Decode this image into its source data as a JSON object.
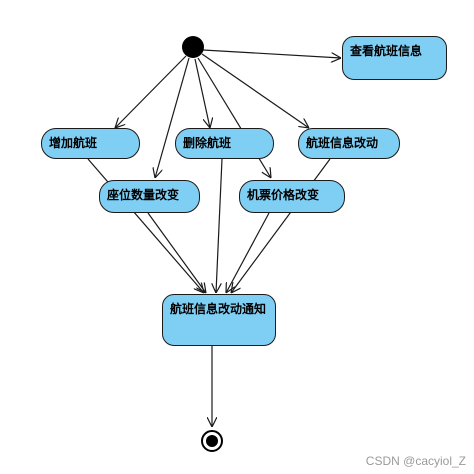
{
  "activities": {
    "view_flight_info": "查看航班信息",
    "add_flight": "增加航班",
    "delete_flight": "删除航班",
    "modify_flight_info": "航班信息改动",
    "seat_count_change": "座位数量改变",
    "ticket_price_change": "机票价格改变",
    "notify_flight_change": "航班信息改动通知"
  },
  "watermark": "CSDN @cacyiol_Z"
}
